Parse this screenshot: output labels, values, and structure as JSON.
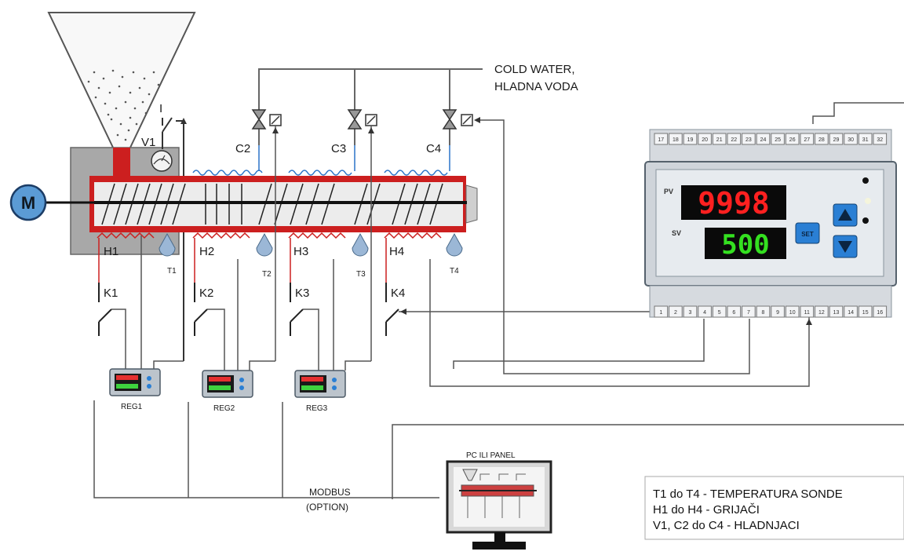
{
  "water": {
    "line1": "COLD WATER,",
    "line2": "HLADNA VODA"
  },
  "labels": {
    "motor": "M",
    "valve1": "V1",
    "switch_i": "I",
    "coolers": [
      "C2",
      "C3",
      "C4"
    ],
    "heaters": [
      "H1",
      "H2",
      "H3",
      "H4"
    ],
    "sensors": [
      "T1",
      "T2",
      "T3",
      "T4"
    ],
    "contactors": [
      "K1",
      "K2",
      "K3",
      "K4"
    ],
    "regulators": [
      "REG1",
      "REG2",
      "REG3"
    ]
  },
  "controller": {
    "pv_label": "PV",
    "sv_label": "SV",
    "pv_value": "9998",
    "sv_value": "500",
    "set_button": "SET",
    "up_icon": "arrow-up-icon",
    "down_icon": "arrow-down-icon",
    "top_terminals": [
      "17",
      "18",
      "19",
      "20",
      "21",
      "22",
      "23",
      "24",
      "25",
      "26",
      "27",
      "28",
      "29",
      "30",
      "31",
      "32"
    ],
    "bottom_terminals": [
      "1",
      "2",
      "3",
      "4",
      "5",
      "6",
      "7",
      "8",
      "9",
      "10",
      "11",
      "12",
      "13",
      "14",
      "15",
      "16"
    ],
    "colors": {
      "pv": "#ff2020",
      "sv": "#34e020",
      "display_bg": "#0a0a0a",
      "body": "#d9dde2",
      "buttons": "#2a7fd4"
    }
  },
  "modbus": {
    "line1": "MODBUS",
    "line2": "(OPTION)"
  },
  "pc_panel": {
    "title": "PC ILI PANEL"
  },
  "legend": [
    "T1 do T4 - TEMPERATURA SONDE",
    "H1 do H4 - GRIJAČI",
    "V1, C2 do C4 - HLADNJACI"
  ],
  "colors": {
    "barrel": "#cc1f1f",
    "hopper": "#f4f4f4",
    "wiring": "#555555",
    "coil": "#2a73c8",
    "heater": "#cc1f1f",
    "motor": "#5b9bd5"
  }
}
